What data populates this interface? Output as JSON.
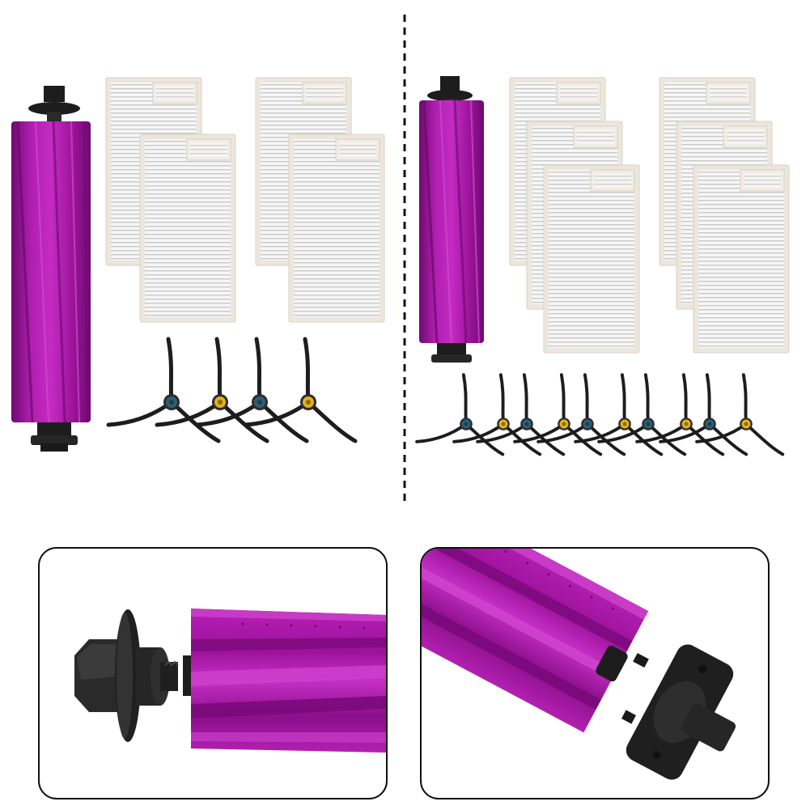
{
  "image": {
    "kind": "product-photo",
    "colors": {
      "background": "#ffffff",
      "brush_magenta": "#a0169f",
      "brush_magenta_light": "#c42bc3",
      "brush_magenta_dark": "#6f0a70",
      "cap_black": "#1d1d1d",
      "filter_white": "#f5f5f5",
      "filter_frame": "#e8e2d8",
      "filter_pleat": "#cfcfcf",
      "hub_blue": "#2d5f75",
      "hub_yellow": "#e2b21a",
      "divider": "#111111"
    },
    "left_set": {
      "main_brushes": 1,
      "filters": 4,
      "side_brushes": 4
    },
    "right_set": {
      "main_brushes": 1,
      "filters": 6,
      "side_brushes": 10
    },
    "detail_panels": 2
  }
}
